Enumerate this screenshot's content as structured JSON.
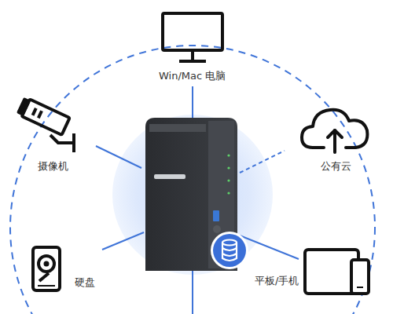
{
  "diagram": {
    "nodes": [
      {
        "text": [
          "Win/Mac 电脑"
        ]
      },
      {
        "text": [
          "摄像机"
        ]
      },
      {
        "text": [
          "公有云"
        ]
      },
      {
        "text": [
          "硬盘"
        ]
      },
      {
        "text": [
          "平板/手机"
        ]
      }
    ]
  }
}
